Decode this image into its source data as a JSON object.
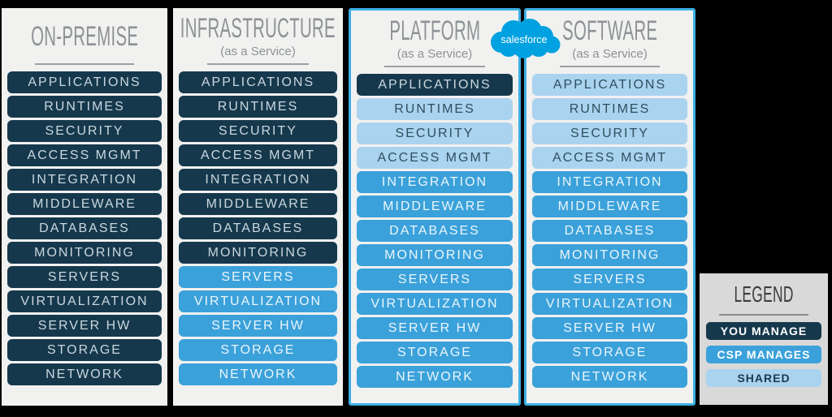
{
  "background_color": "#000000",
  "colors": {
    "you_manage": "#16384c",
    "csp_manages": "#3ba1da",
    "shared": "#aad3ef",
    "card_background": "#f1f1f0",
    "legend_background": "#d9d9d9",
    "highlight_border": "#3fb0e5",
    "salesforce_blue": "#00a1e0",
    "header_text": "#8d9296",
    "rule": "#9aa0a4"
  },
  "columns": [
    {
      "id": "on-premise",
      "title": "ON-PREMISE",
      "subtitle": "",
      "highlighted": false,
      "rows": [
        {
          "label": "APPLICATIONS",
          "state": "you"
        },
        {
          "label": "RUNTIMES",
          "state": "you"
        },
        {
          "label": "SECURITY",
          "state": "you"
        },
        {
          "label": "ACCESS MGMT",
          "state": "you"
        },
        {
          "label": "INTEGRATION",
          "state": "you"
        },
        {
          "label": "MIDDLEWARE",
          "state": "you"
        },
        {
          "label": "DATABASES",
          "state": "you"
        },
        {
          "label": "MONITORING",
          "state": "you"
        },
        {
          "label": "SERVERS",
          "state": "you"
        },
        {
          "label": "VIRTUALIZATION",
          "state": "you"
        },
        {
          "label": "SERVER HW",
          "state": "you"
        },
        {
          "label": "STORAGE",
          "state": "you"
        },
        {
          "label": "NETWORK",
          "state": "you"
        }
      ]
    },
    {
      "id": "iaas",
      "title": "INFRASTRUCTURE",
      "subtitle": "(as a Service)",
      "highlighted": false,
      "rows": [
        {
          "label": "APPLICATIONS",
          "state": "you"
        },
        {
          "label": "RUNTIMES",
          "state": "you"
        },
        {
          "label": "SECURITY",
          "state": "you"
        },
        {
          "label": "ACCESS MGMT",
          "state": "you"
        },
        {
          "label": "INTEGRATION",
          "state": "you"
        },
        {
          "label": "MIDDLEWARE",
          "state": "you"
        },
        {
          "label": "DATABASES",
          "state": "you"
        },
        {
          "label": "MONITORING",
          "state": "you"
        },
        {
          "label": "SERVERS",
          "state": "csp"
        },
        {
          "label": "VIRTUALIZATION",
          "state": "csp"
        },
        {
          "label": "SERVER HW",
          "state": "csp"
        },
        {
          "label": "STORAGE",
          "state": "csp"
        },
        {
          "label": "NETWORK",
          "state": "csp"
        }
      ]
    },
    {
      "id": "paas",
      "title": "PLATFORM",
      "subtitle": "(as a Service)",
      "highlighted": true,
      "rows": [
        {
          "label": "APPLICATIONS",
          "state": "you"
        },
        {
          "label": "RUNTIMES",
          "state": "shared"
        },
        {
          "label": "SECURITY",
          "state": "shared"
        },
        {
          "label": "ACCESS MGMT",
          "state": "shared"
        },
        {
          "label": "INTEGRATION",
          "state": "csp"
        },
        {
          "label": "MIDDLEWARE",
          "state": "csp"
        },
        {
          "label": "DATABASES",
          "state": "csp"
        },
        {
          "label": "MONITORING",
          "state": "csp"
        },
        {
          "label": "SERVERS",
          "state": "csp"
        },
        {
          "label": "VIRTUALIZATION",
          "state": "csp"
        },
        {
          "label": "SERVER HW",
          "state": "csp"
        },
        {
          "label": "STORAGE",
          "state": "csp"
        },
        {
          "label": "NETWORK",
          "state": "csp"
        }
      ]
    },
    {
      "id": "saas",
      "title": "SOFTWARE",
      "subtitle": "(as a Service)",
      "highlighted": true,
      "rows": [
        {
          "label": "APPLICATIONS",
          "state": "shared"
        },
        {
          "label": "RUNTIMES",
          "state": "shared"
        },
        {
          "label": "SECURITY",
          "state": "shared"
        },
        {
          "label": "ACCESS MGMT",
          "state": "shared"
        },
        {
          "label": "INTEGRATION",
          "state": "csp"
        },
        {
          "label": "MIDDLEWARE",
          "state": "csp"
        },
        {
          "label": "DATABASES",
          "state": "csp"
        },
        {
          "label": "MONITORING",
          "state": "csp"
        },
        {
          "label": "SERVERS",
          "state": "csp"
        },
        {
          "label": "VIRTUALIZATION",
          "state": "csp"
        },
        {
          "label": "SERVER HW",
          "state": "csp"
        },
        {
          "label": "STORAGE",
          "state": "csp"
        },
        {
          "label": "NETWORK",
          "state": "csp"
        }
      ]
    }
  ],
  "legend": {
    "title": "LEGEND",
    "items": [
      {
        "label": "YOU MANAGE",
        "state": "you"
      },
      {
        "label": "CSP MANAGES",
        "state": "csp"
      },
      {
        "label": "SHARED",
        "state": "shared"
      }
    ]
  },
  "salesforce_logo": {
    "text": "salesforce"
  }
}
